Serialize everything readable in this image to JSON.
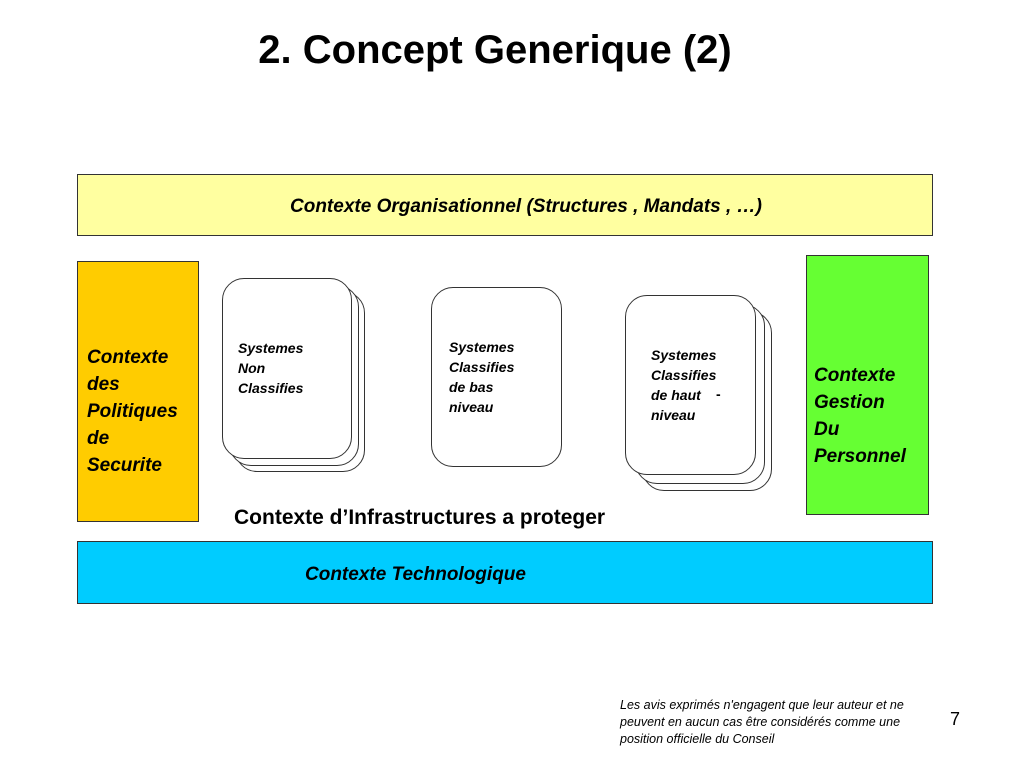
{
  "slide": {
    "title": "2. Concept Generique (2)",
    "org_context": "Contexte Organisationnel (Structures , Mandats , …)",
    "politiques_context": "Contexte\ndes\nPolitiques\nde\nSecurite",
    "personnel_context": "Contexte\nGestion\nDu\nPersonnel",
    "systems": {
      "non_classifies": "Systemes\nNon\nClassifies",
      "bas_niveau": "Systemes\nClassifies\nde bas\nniveau",
      "haut_niveau": "Systemes\nClassifies\nde haut\nniveau",
      "haut_niveau_mark": "-"
    },
    "infra_context": "Contexte d’Infrastructures a proteger",
    "tech_context": "Contexte Technologique",
    "disclaimer": "Les avis exprimés n'engagent que leur auteur et ne peuvent en aucun cas être considérés comme une position officielle du Conseil",
    "page_number": "7"
  },
  "colors": {
    "org": "#ffffa0",
    "tech": "#00ccff",
    "politiques": "#ffcc00",
    "personnel": "#66ff33"
  }
}
